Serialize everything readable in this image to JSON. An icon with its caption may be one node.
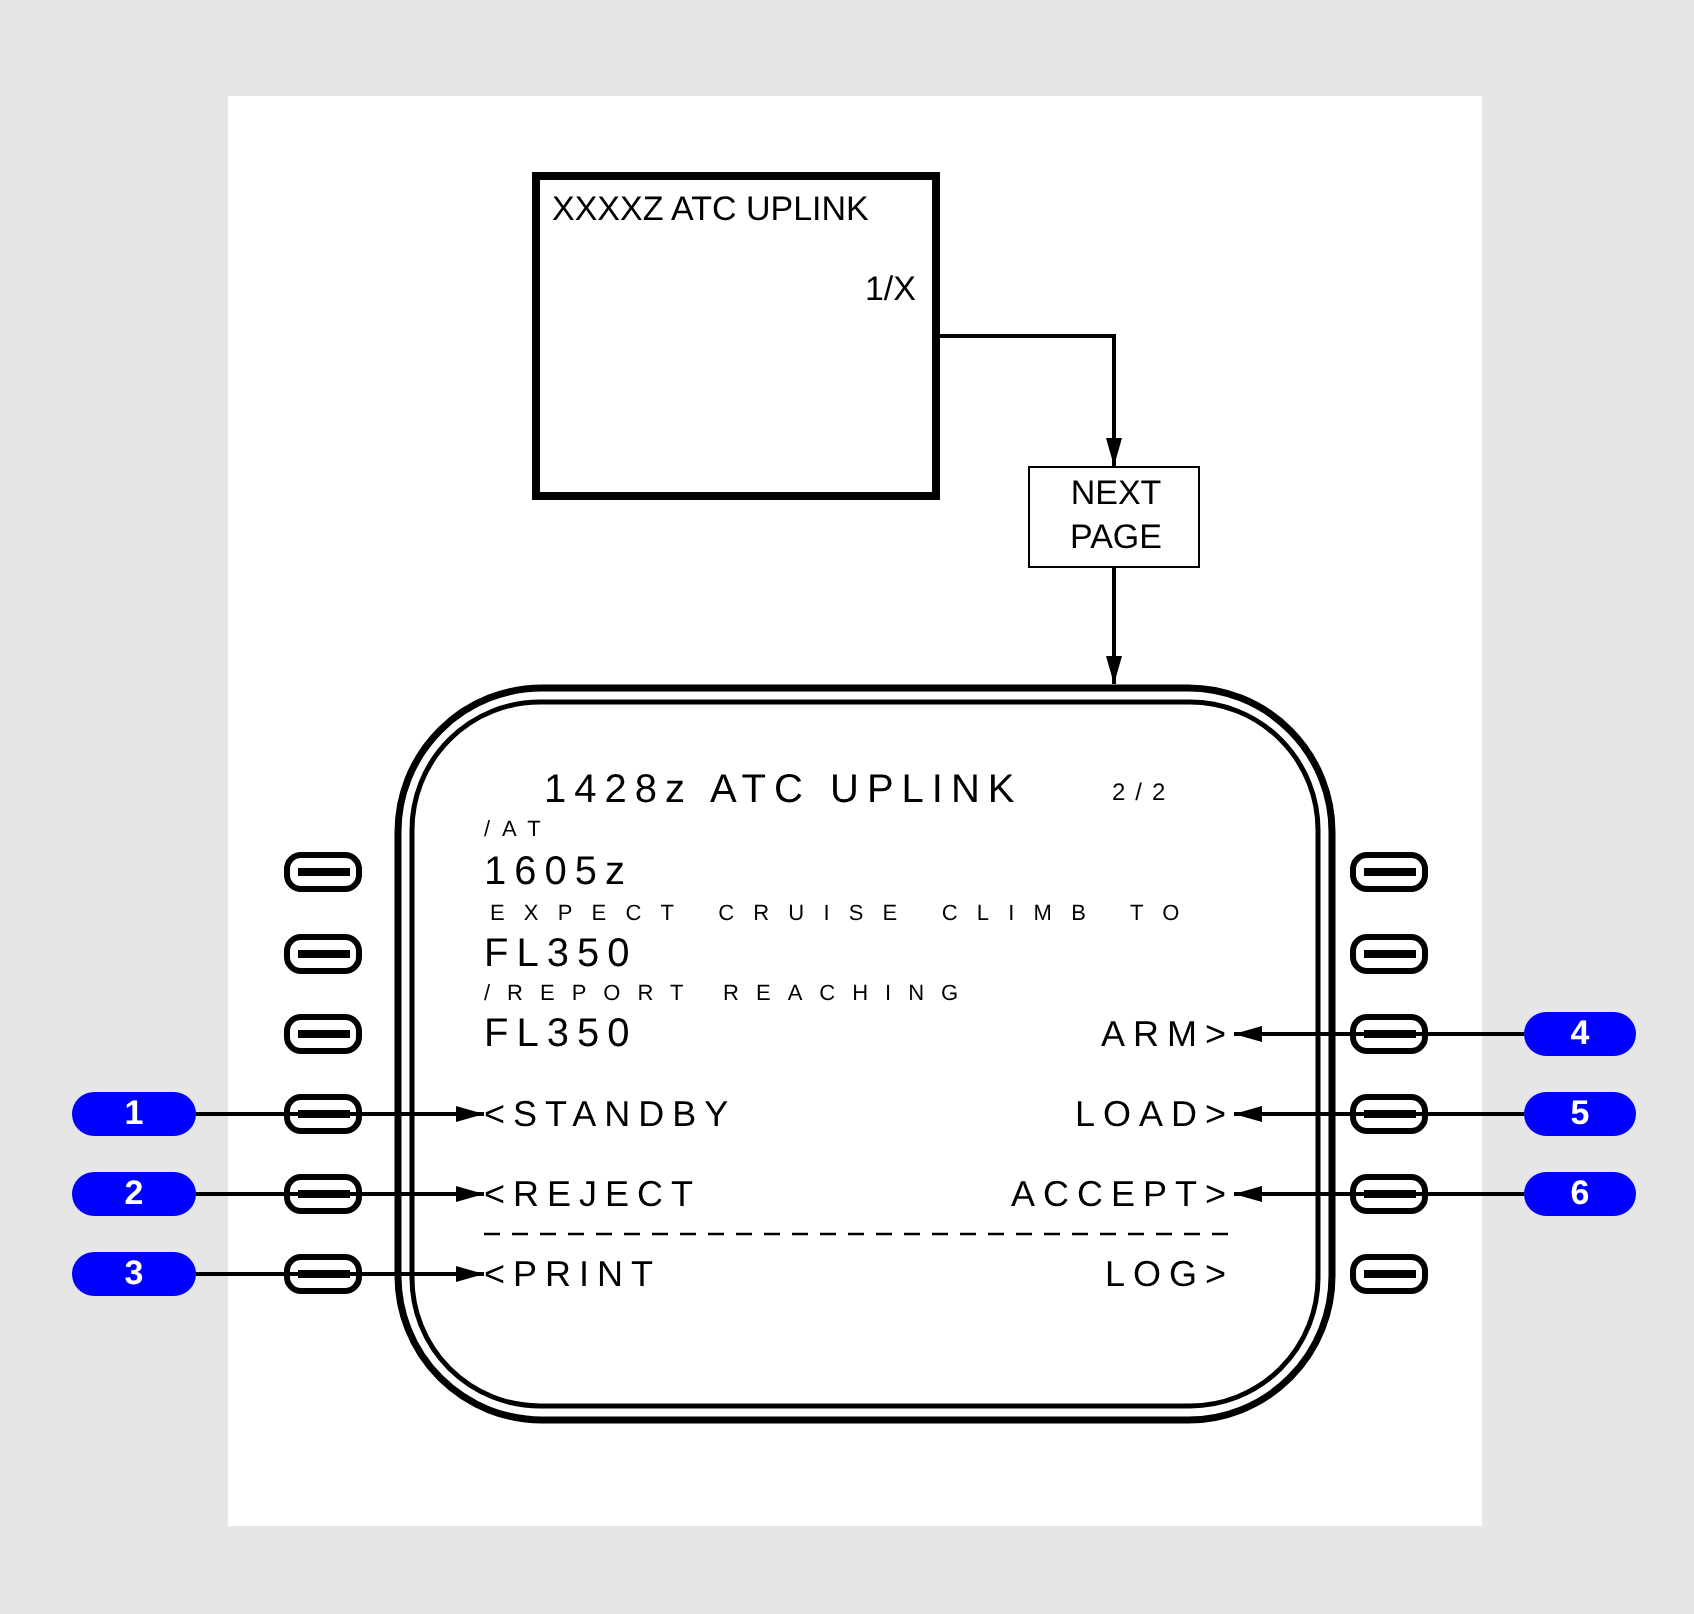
{
  "diagram": {
    "nodes": [
      {
        "text": [
          "XXXXZ ATC UPLINK",
          "1/X"
        ]
      },
      {
        "text": [
          "NEXT PAGE"
        ]
      },
      {
        "text": [
          "1428z ATC UPLINK",
          "2/2",
          "/AT",
          "1605z",
          "EXPECT CRUISE CLIMB TO",
          "FL350",
          "/REPORT REACHING",
          "FL350"
        ]
      },
      {
        "text": [
          "ARM>"
        ],
        "in": 2
      },
      {
        "text": [
          "<STANDBY"
        ],
        "in": 2
      },
      {
        "text": [
          "LOAD>"
        ],
        "in": 2
      },
      {
        "text": [
          "<REJECT"
        ],
        "in": 2
      },
      {
        "text": [
          "ACCEPT>"
        ],
        "in": 2
      },
      {
        "text": [
          "<PRINT"
        ],
        "in": 2
      },
      {
        "text": [
          "LOG>"
        ],
        "in": 2
      },
      {
        "text": [
          "1"
        ]
      },
      {
        "text": [
          "2"
        ]
      },
      {
        "text": [
          "3"
        ]
      },
      {
        "text": [
          "4"
        ]
      },
      {
        "text": [
          "5"
        ]
      },
      {
        "text": [
          "6"
        ]
      }
    ],
    "edges": [
      {
        "from": 0,
        "to": 1,
        "arrow": "to"
      },
      {
        "from": 1,
        "to": 2,
        "arrow": "to"
      },
      {
        "from": 10,
        "to": 4,
        "arrow": "to"
      },
      {
        "from": 11,
        "to": 6,
        "arrow": "to"
      },
      {
        "from": 12,
        "to": 8,
        "arrow": "to"
      },
      {
        "from": 13,
        "to": 3,
        "arrow": "to"
      },
      {
        "from": 14,
        "to": 5,
        "arrow": "to"
      },
      {
        "from": 15,
        "to": 7,
        "arrow": "to"
      }
    ]
  }
}
